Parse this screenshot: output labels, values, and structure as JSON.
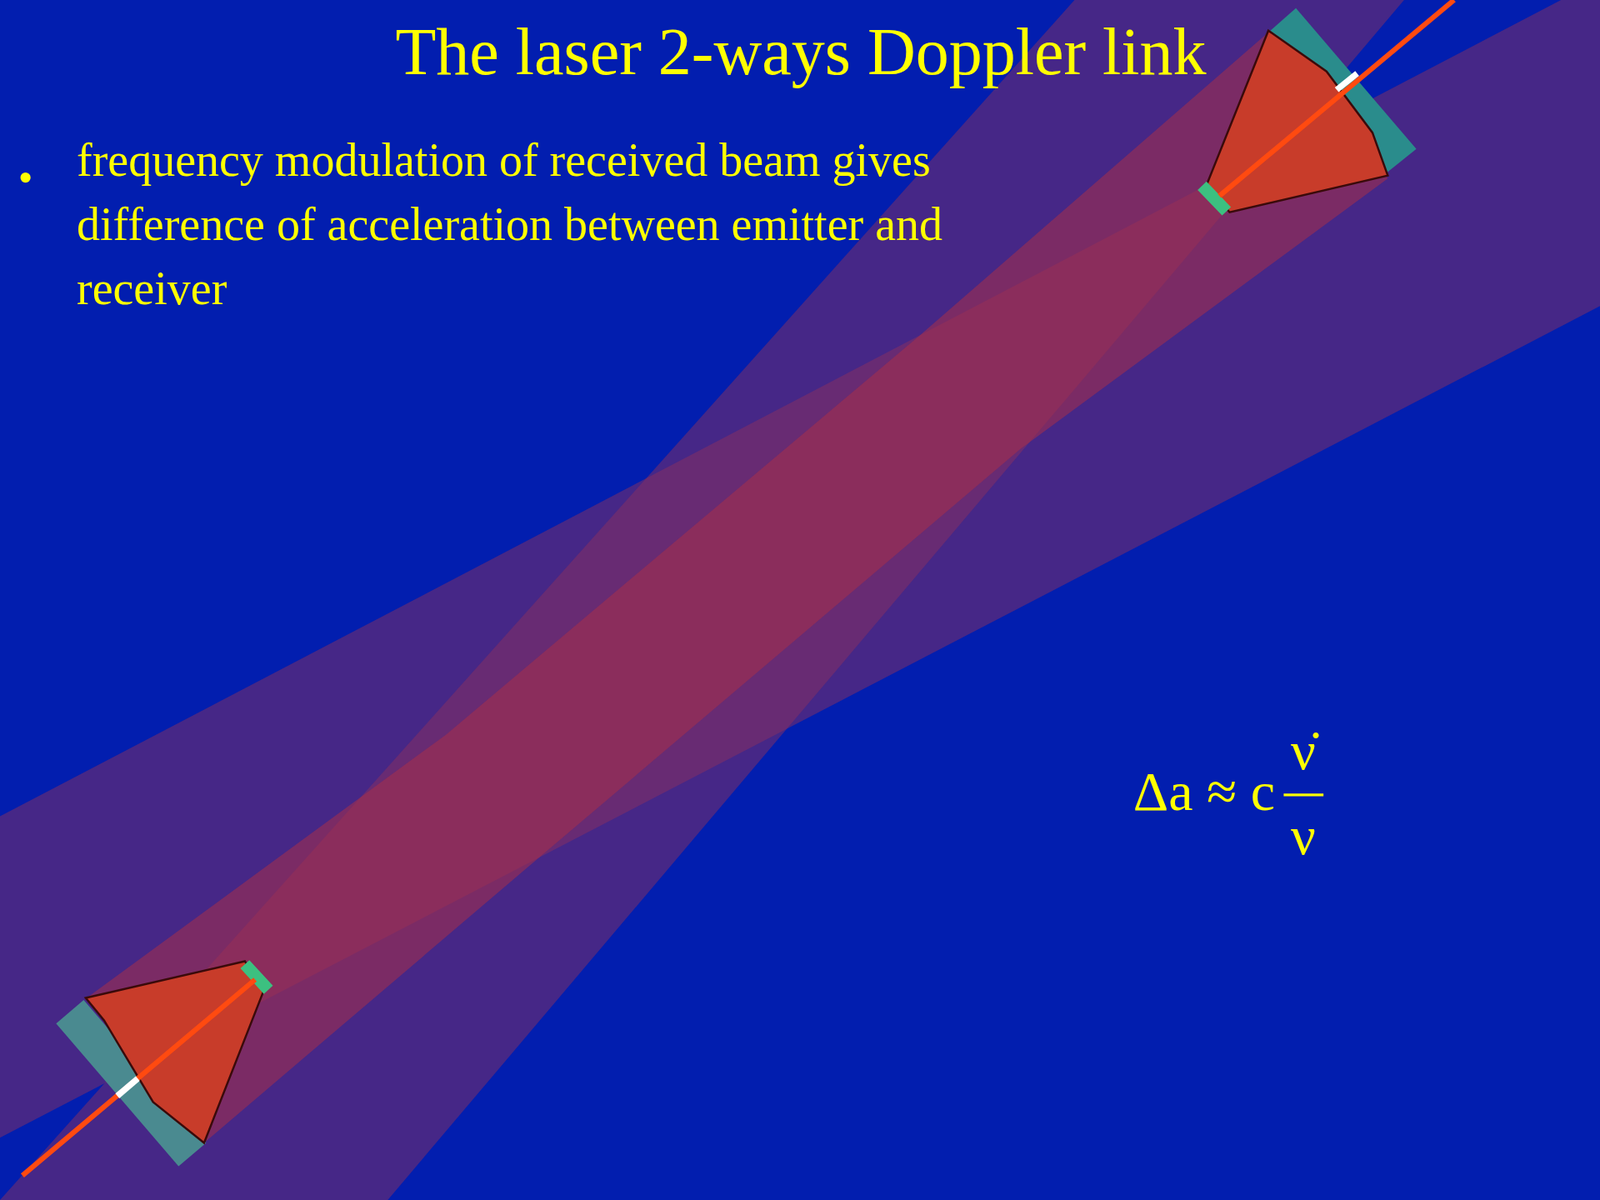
{
  "diagram": {
    "title": "The laser 2-ways Doppler link",
    "labels": [
      "frequency modulation of received beam gives difference of acceleration between emitter and receiver",
      "Δa ≈ c",
      "ν̇",
      "ν"
    ]
  }
}
